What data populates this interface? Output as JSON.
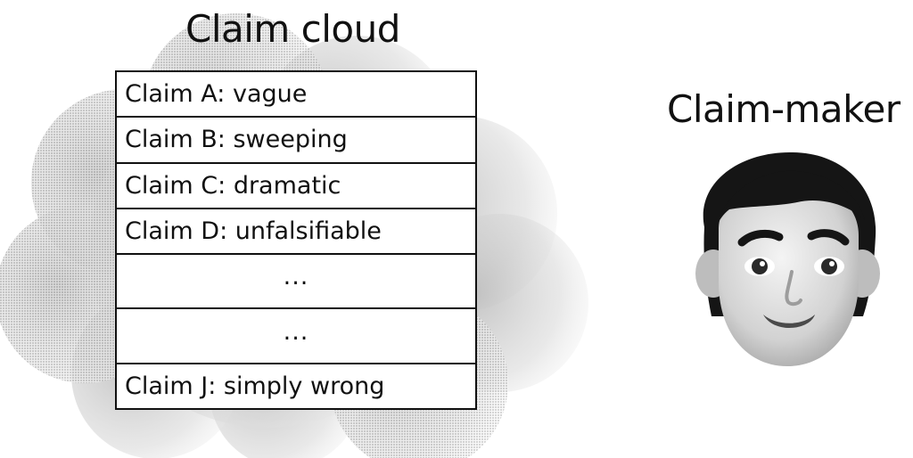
{
  "cloud": {
    "title": "Claim cloud",
    "claims": [
      {
        "text": "Claim A: vague",
        "ellipsis": false
      },
      {
        "text": "Claim B: sweeping",
        "ellipsis": false
      },
      {
        "text": "Claim C: dramatic",
        "ellipsis": false
      },
      {
        "text": "Claim D: unfalsifiable",
        "ellipsis": false
      },
      {
        "text": "...",
        "ellipsis": true
      },
      {
        "text": "...",
        "ellipsis": true
      },
      {
        "text": "Claim J: simply wrong",
        "ellipsis": false
      }
    ]
  },
  "maker": {
    "title": "Claim-maker",
    "avatar_icon": "smiling-man-face-icon"
  },
  "colors": {
    "ink": "#111111",
    "cloud_shade": "#c8c8c8",
    "background": "#ffffff"
  }
}
